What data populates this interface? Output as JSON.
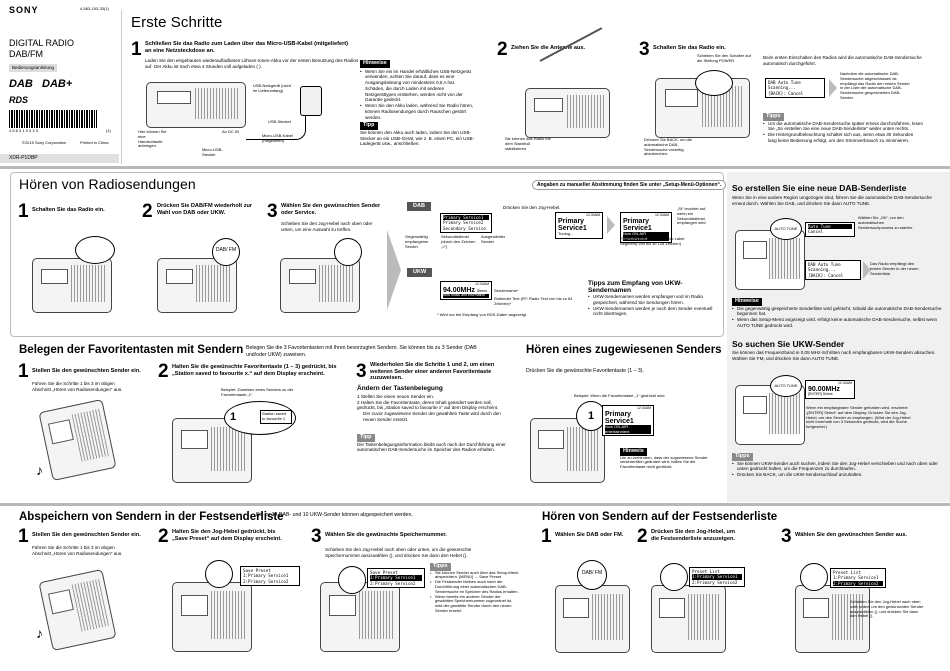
{
  "header": {
    "brand": "SONY",
    "model_code": "4-563-193-33(1)",
    "product_line1": "DIGITAL RADIO",
    "product_line2": "DAB/FM",
    "badge": "Bedienungsanleitung",
    "logo1": "DAB",
    "logo2": "DAB+",
    "logo3": "RDS",
    "barcode_num": "4 5 6 3 1 9 3 3 3",
    "barcode_idx": "(1)",
    "copyright": "©2015  Sony Corporation",
    "made_in": "Printed in China",
    "model": "XDR-P1DBP"
  },
  "erste": {
    "title": "Erste Schritte",
    "s1": {
      "num": "1",
      "title": "Schließen Sie das Radio zum Laden über das Micro-USB-Kabel (mitgeliefert) an eine Netzsteckdose an.",
      "body": "Laden Sie den eingebauten wiederaufladbaren Lithium-Ionen-Akku vor der ersten Benutzung des Radios auf. Der Akku ist nach etwa 4 Stunden voll aufgeladen ( ).",
      "lbl_adapter": "USB-Netzgerät (nicht im Lieferumfang)",
      "lbl_plug": "USB-Stecker",
      "lbl_cable": "Micro-USB-Kabel (mitgeliefert)",
      "lbl_dcin": "An DC IN",
      "lbl_micro": "Micro-USB-Stecker",
      "lbl_handle": "Hier können Sie eine Handschlaufe anbringen.",
      "hinweis_title": "Hinweise",
      "hinweis": [
        "Wenn Sie ein im Handel erhältliches USB-Netzgerät verwenden, achten Sie darauf, dass es eine Ausgangsleistung von mindestens 0,5 A hat. Schäden, die durch Laden mit anderen Netzgerättypen entstehen, werden nicht von der Garantie gedeckt.",
        "Wenn Sie den Akku laden, während Sie Radio hören, können Radiosendungen durch Rauschen gestört werden."
      ],
      "tipp_title": "Tipp",
      "tipp": "Sie können den Akku auch laden, indem Sie den USB-Stecker an ein USB-Gerät, wie z. B. einen PC, ein USB-Ladegerät usw., anschließen."
    },
    "s2": {
      "num": "2",
      "title": "Ziehen Sie die Antenne aus.",
      "note": "Sie können das Radio mit dem Standfuß stabilisieren."
    },
    "s3": {
      "num": "3",
      "title": "Schalten Sie das Radio ein.",
      "l1": "Schieben Sie den Schalter auf die Stellung POWER.",
      "l2": "Drücken Sie BACK, um die automatische DAB-Sendersuche vorzeitig abzubrechen.",
      "info": "Beim ersten Einschalten des Radios wird die automatische DAB-Sendersuche automatisch durchgeführt.",
      "lcd": [
        "DAB Auto Tune",
        "Scanning...",
        "[BACK]: Cancel"
      ],
      "after": "Nachdem die automatische DAB-Sendersuche abgeschlossen ist, empfängt das Radio den ersten Sender in der Liste der automatische DAB-Sendersuche gespeicherten DAB-Sender.",
      "tipps_title": "Tipps",
      "tipps": [
        "Um die automatische DAB-Sendersuche später erneut durchzuführen, lesen Sie „So erstellen Sie eine neue DAB-Senderliste“ weiter unten rechts.",
        "Die Hintergrundbeleuchtung schaltet sich aus, wenn etwa 30 Sekunden lang keine Bedienung erfolgt, um den Stromverbrauch zu minimieren."
      ]
    }
  },
  "hoeren": {
    "title": "Hören von Radiosendungen",
    "note": "Angaben zu manueller Abstimmung finden Sie unter „Setup-Menü-Optionen“.",
    "s1": {
      "num": "1",
      "title": "Schalten Sie das Radio ein."
    },
    "s2": {
      "num": "2",
      "title": "Drücken Sie DAB/FM wiederholt zur Wahl von DAB oder UKW.",
      "btn": "DAB/ FM"
    },
    "s3": {
      "num": "3",
      "title": "Wählen Sie den gewünschten Sender oder Service.",
      "body": "Schieben Sie den Jog-Hebel nach oben oder unten, um eine Auswahl zu treffen."
    },
    "dab": {
      "label": "DAB",
      "lcd": [
        "Primary Service1",
        "Primary Service2",
        "Secondary Service"
      ],
      "press": "Drücken Sie den Jog-Hebel.",
      "a1": "Gegenwärtig empfangener Sender",
      "a2": "Sekundärdienst (durch den Zeichen „>“)",
      "a3": "Ausgewählter Sender",
      "lcd2": "Primary Service1",
      "lcd2s": "Tuning...",
      "lcd3": "Primary Service1",
      "lcd3s": "Now ON-AIR entertainment",
      "clock": "12:34AM",
      "lbl_st": "„St“ leuchtet auf, wenn ein Sekundärdienst empfangen wird.",
      "lbl_dls": "Rollender Text (DLS: Dynamic Label Segment) von bis zu 128 Zeichen)"
    },
    "ukw": {
      "label": "UKW",
      "freq": "94.00MHz",
      "st": "Stereo",
      "scroll": "Now music and information",
      "lbl1": "Sendername*",
      "lbl2": "Rollender Text (RT: Radio Text von bis zu 64 Zeichen)*",
      "footnote": "* Wird nur bei Empfang von RDS-Daten angezeigt.",
      "tipps_title": "Tipps zum Empfang von UKW-Sendernamen",
      "tipps": [
        "UKW-Sendernamen werden empfangen und im Radio gespeichert, während Sie Sendungen hören.",
        "UKW-Sendernamen werden je nach dem Sender eventuell nicht übertragen."
      ]
    }
  },
  "right": {
    "t1": "So erstellen Sie eine neue DAB-Senderliste",
    "b1": "Wenn Sie in eine andere Region umgezogen sind, führen Sie die automatische DAB-Sendersuche erneut durch. Wählen Sie DAB, und drücken Sie dann AUTO TUNE.",
    "btn": "AUTO TUNE",
    "lcd_a": [
      "Auto Tune",
      "Cancel"
    ],
    "lbl_a": "Wählen Sie „OK“, um den automatischen Sendersuchprozess zu starten.",
    "lcd_b": [
      "DAB Auto Tune",
      "Scanning...",
      "[BACK]: Cancel"
    ],
    "lbl_b": "Das Radio empfängt den ersten Sender in der neuen Senderliste.",
    "hin_title": "Hinweise",
    "hin": [
      "Die gegenwärtig gespeicherte Senderliste wird gelöscht, sobald die automatische DAB-Sendersuche begonnen hat.",
      "Wenn das Setup-Menü angezeigt wird, erfolgt keine automatische DAB-Sendersuche, selbst wenn AUTO TUNE gedrückt wird."
    ],
    "t2": "So suchen Sie UKW-Sender",
    "b2": "Sie können das Frequenzband in 0,05 MHz-Schritten nach empfangbaren UKW-Sendern absuchen. Wählen Sie FM, und drücken Sie dann AUTO TUNE.",
    "lcd_c": "90.00MHz",
    "lcd_cs": "[ENTER] Select",
    "lbl_c": "Wenn ein empfangbarer Sender gefunden wird, erscheint „[ENTER] Select“ auf dem Display. Drücken Sie den Jog-Hebel, um den Sender zu empfangen. (Wird der Jog-Hebel nicht innerhalb von 3 Sekunden gedrückt, wird die Suche fortgesetzt.)",
    "tipps_title": "Tipps",
    "tipps": [
      "Sie können UKW-Sender auch suchen, indem Sie den Jog-Hebel verschieben und nach oben oder unten gedrückt halten, um die Frequenzen zu durchlaufen.",
      "Drücken Sie BACK, um die UKW-Sendersuchlauf anzuhalten."
    ]
  },
  "belegen": {
    "title": "Belegen der Favoritentasten mit Sendern",
    "sub": "Belegen Sie die 3 Favoritentasten mit Ihren bevorzugten Sendern. Sie können bis zu 3 Sender (DAB und/oder UKW) zuweisen.",
    "s1": {
      "num": "1",
      "title": "Stellen Sie den gewünschten Sender ein.",
      "body": "Führen Sie die Schritte 1 bis 3 im obigen Abschnitt „Hören von Radiosendungen“ aus."
    },
    "s2": {
      "num": "2",
      "title": "Halten Sie die gewünschte Favoritentaste (1 – 3) gedrückt, bis „Station saved to favourite x.“ auf dem Display erscheint.",
      "ex": "Beispiel: Zuweisen eines Senders zu der Favoritentaste „1“",
      "lcd": "Station saved to favourite 1"
    },
    "s3": {
      "num": "3",
      "title": "Wiederholen Sie die Schritte 1 und 2, um einen weiteren Sender einer anderen Favoritentaste zuzuweisen.",
      "sub": "Ändern der Tastenbelegung",
      "steps": [
        "1  Stellen Sie einen neuen Sender ein.",
        "2  Halten Sie die Favoritentaste, deren Inhalt geändert werden soll, gedrückt, bis „Station saved to favourite x“ auf dem Display erscheint.",
        "Der zuvor zugewiesene Sender der gewählten Taste wird durch den neuen Sender ersetzt."
      ],
      "tipp_title": "Tipp",
      "tipp": "Die Tastenbelegungsinformation bleibt auch nach der Durchführung einer automatischen DAB-Sendersuche im Speicher des Radios erhalten."
    }
  },
  "zugew": {
    "title": "Hören eines zugewiesenen Senders",
    "s1": "Drücken Sie die gewünschte Favoritentaste (1 – 3).",
    "ex": "Beispiel: Wenn die Favoritentaste „1“ gedrückt wird",
    "lcd": "Primary Service1",
    "lcds": "Now ON-AIR entertainment",
    "clock": "12:34AM",
    "hin_title": "Hinweis",
    "hin": "Um zu verhindern, dass der zugewiesene Sender versehentlich geändert wird, halten Sie die Favoritentaste nicht gedrückt."
  },
  "abspeichern": {
    "title": "Abspeichern von Sendern in der Festsenderliste",
    "sub": "Bis zu 10 DAB- und 10 UKW-Sender können abgespeichert werden.",
    "s1": {
      "num": "1",
      "title": "Stellen Sie den gewünschten Sender ein.",
      "body": "Führen Sie die Schritte 1 bis 3 im obigen Abschnitt „Hören von Radiosendungen“ aus."
    },
    "s2": {
      "num": "2",
      "title": "Halten Sie den Jog-Hebel gedrückt, bis „Save Preset“ auf dem Display erscheint.",
      "lcd": [
        "Save Preset",
        "1:Primary Service1",
        "2:Primary Service2"
      ]
    },
    "s3": {
      "num": "3",
      "title": "Wählen Sie die gewünschte Speichernummer.",
      "body": "Schieben Sie den Jog-Hebel nach oben oder unten, um die gewünschte Speichernummer auszuwählen (), und drücken Sie dann den Hebel ().",
      "lcd1": [
        "Save Preset",
        "1:Primary Service1",
        "2:Primary Service2"
      ],
      "lcd2": [
        "Save Preset",
        "1:Primary Service1",
        "2:Primary Service2"
      ],
      "tipps_title": "Tipps",
      "tipps": [
        "Sie können Sender auch über das Setup-Menü abspeichern. [MENU] → Save Preset",
        "Die Festsender bleiben auch nach der Durchführung einer automatischen DAB-Sendersuche im Speicher des Radios erhalten.",
        "Wenn bereits ein anderer Sender der gewählten Speichernummer zugeordnet ist, wird der gewählte Sender durch den neuen Sender ersetzt."
      ]
    }
  },
  "festliste": {
    "title": "Hören von Sendern auf der Festsenderliste",
    "s1": {
      "num": "1",
      "title": "Wählen Sie DAB oder FM.",
      "btn": "DAB/ FM"
    },
    "s2": {
      "num": "2",
      "title": "Drücken Sie den Jog-Hebel, um die Festsenderliste anzuzeigen.",
      "lcd": [
        "Preset List",
        "1:Primary Service1",
        "2:Primary Service2"
      ]
    },
    "s3": {
      "num": "3",
      "title": "Wählen Sie den gewünschten Sender aus.",
      "lcd": [
        "Preset List",
        "1:Primary Service1",
        "2:Primary Service2"
      ],
      "body": "Schieben Sie den Jog-Hebel nach oben oder unten, um den gewünschten Sender auszuwählen (), und drücken Sie dann den Hebel ()."
    }
  }
}
